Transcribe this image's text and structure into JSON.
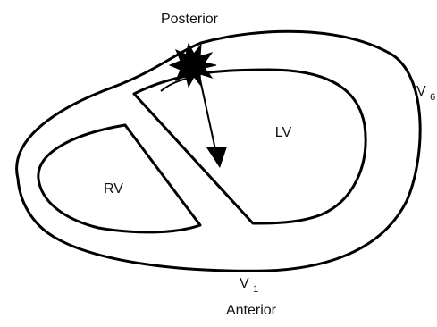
{
  "labels": {
    "posterior": "Posterior",
    "lv": "LV",
    "rv": "RV",
    "v6_main": "V",
    "v6_sub": "6",
    "v1_main": "V",
    "v1_sub": "1",
    "anterior": "Anterior"
  },
  "colors": {
    "stroke": "#000000",
    "fill": "#ffffff",
    "text": "#111111"
  },
  "icons": {
    "infarct_marker": "starburst-icon",
    "vector_arrow": "arrow-icon"
  }
}
